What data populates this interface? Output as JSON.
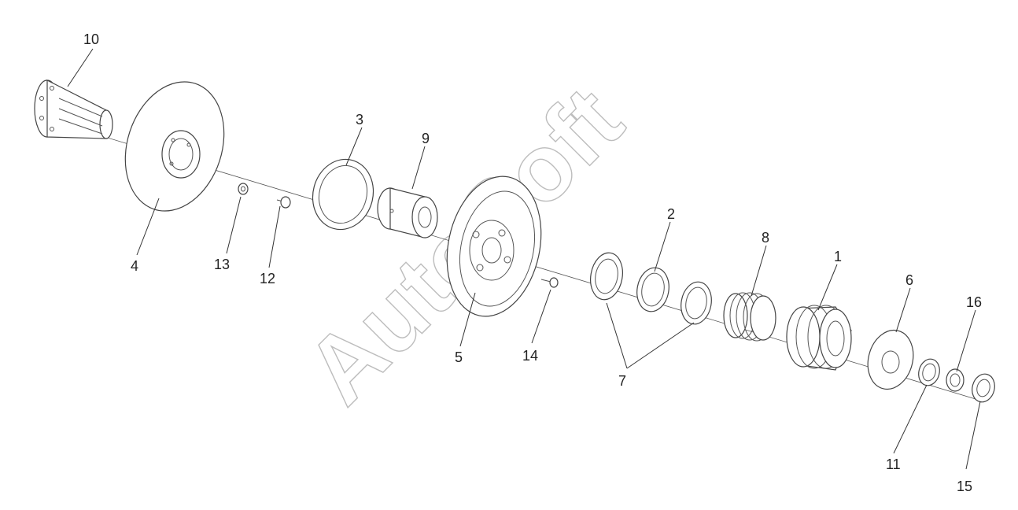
{
  "watermark": "AutoSoft",
  "callouts": {
    "c1": "1",
    "c2": "2",
    "c3": "3",
    "c4": "4",
    "c5": "5",
    "c6": "6",
    "c7": "7",
    "c8": "8",
    "c9": "9",
    "c10": "10",
    "c11": "11",
    "c12": "12",
    "c13": "13",
    "c14": "14",
    "c15": "15",
    "c16": "16"
  }
}
